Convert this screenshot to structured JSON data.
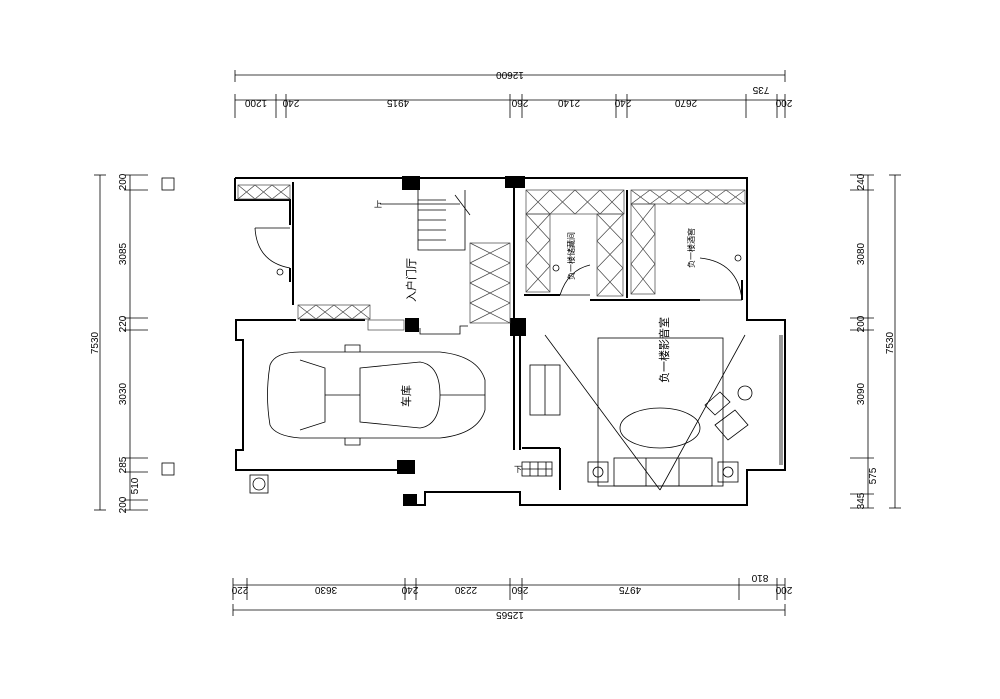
{
  "rooms": {
    "entrance": "入户门厅",
    "garage": "车库",
    "storage": "负一楼储藏间",
    "wine": "负一楼酒窖",
    "theater": "负一楼影音室"
  },
  "stairs": {
    "up": "上",
    "down": "下"
  },
  "dims": {
    "top_total": "12600",
    "top": [
      "1200",
      "240",
      "4915",
      "260",
      "2140",
      "240",
      "2670",
      "735",
      "200"
    ],
    "bottom_total": "12565",
    "bottom": [
      "220",
      "3630",
      "240",
      "2230",
      "260",
      "4975",
      "810",
      "200"
    ],
    "left_total": "7530",
    "left": [
      "200",
      "3085",
      "220",
      "3030",
      "285",
      "510",
      "200"
    ],
    "right_total": "7530",
    "right": [
      "240",
      "3080",
      "200",
      "3090",
      "575",
      "345"
    ]
  }
}
